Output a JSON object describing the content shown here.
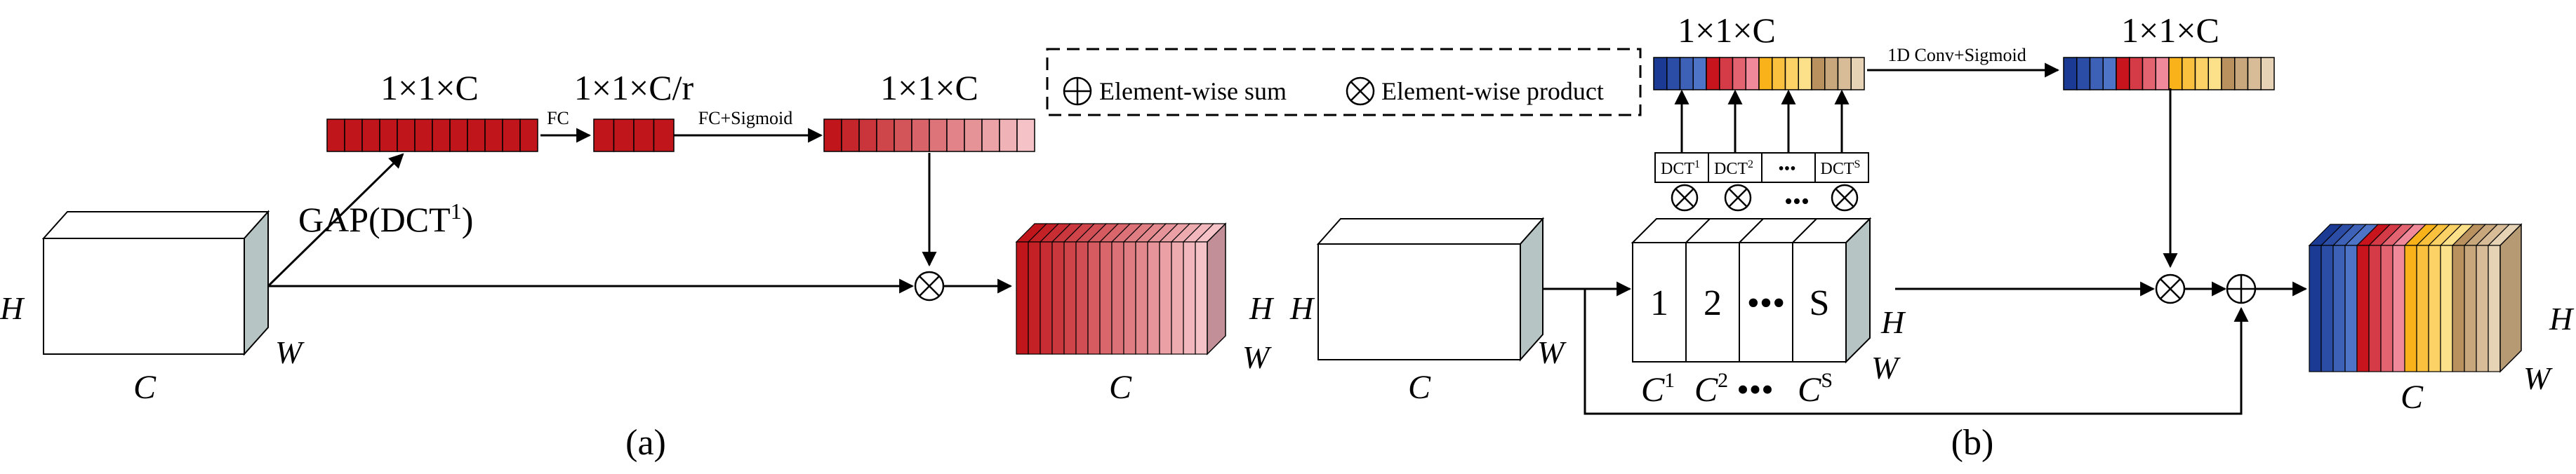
{
  "panel_a": {
    "caption": "(a)",
    "input_cube": {
      "h": "H",
      "w": "W",
      "c": "C"
    },
    "gap_label": "GAP(DCT",
    "gap_sup": "1",
    "gap_close": ")",
    "vec1_label": "1×1×C",
    "fc_label": "FC",
    "vec2_label": "1×1×C/r",
    "fc_sig_label": "FC+Sigmoid",
    "vec3_label": "1×1×C",
    "product_symbol": "⊗",
    "output_cube": {
      "h": "H",
      "w": "W",
      "c": "C"
    }
  },
  "panel_b": {
    "caption": "(b)",
    "legend": {
      "sum_symbol": "⊕",
      "sum_label": "Element-wise sum",
      "product_symbol": "⊗",
      "product_label": "Element-wise product"
    },
    "input_cube": {
      "h": "H",
      "w": "W",
      "c": "C"
    },
    "split_boxes": [
      "1",
      "2",
      "•••",
      "S"
    ],
    "split_hw": {
      "h": "H",
      "w": "W"
    },
    "c_labels": [
      {
        "base": "C",
        "sup": "1"
      },
      {
        "base": "C",
        "sup": "2"
      },
      {
        "base": "•••",
        "sup": ""
      },
      {
        "base": "C",
        "sup": "S"
      }
    ],
    "dct_boxes": [
      {
        "base": "DCT",
        "sup": "1"
      },
      {
        "base": "DCT",
        "sup": "2"
      },
      {
        "base": "•••",
        "sup": ""
      },
      {
        "base": "DCT",
        "sup": "S"
      }
    ],
    "dots": "•••",
    "vec_concat_label": "1×1×C",
    "conv_label": "1D  Conv+Sigmoid",
    "vec_out_label": "1×1×C",
    "product_symbol": "⊗",
    "sum_symbol": "⊕",
    "output_cube": {
      "h": "H",
      "w": "W",
      "c": "C"
    }
  },
  "colors": {
    "red_dark": "#c0161b",
    "red_light": "#f4c2c7",
    "blue": "#1f3f99",
    "yellow": "#fbc02d",
    "tan": "#c9ab84",
    "cube_side": "#b7c4c4",
    "stroke": "#000000"
  }
}
